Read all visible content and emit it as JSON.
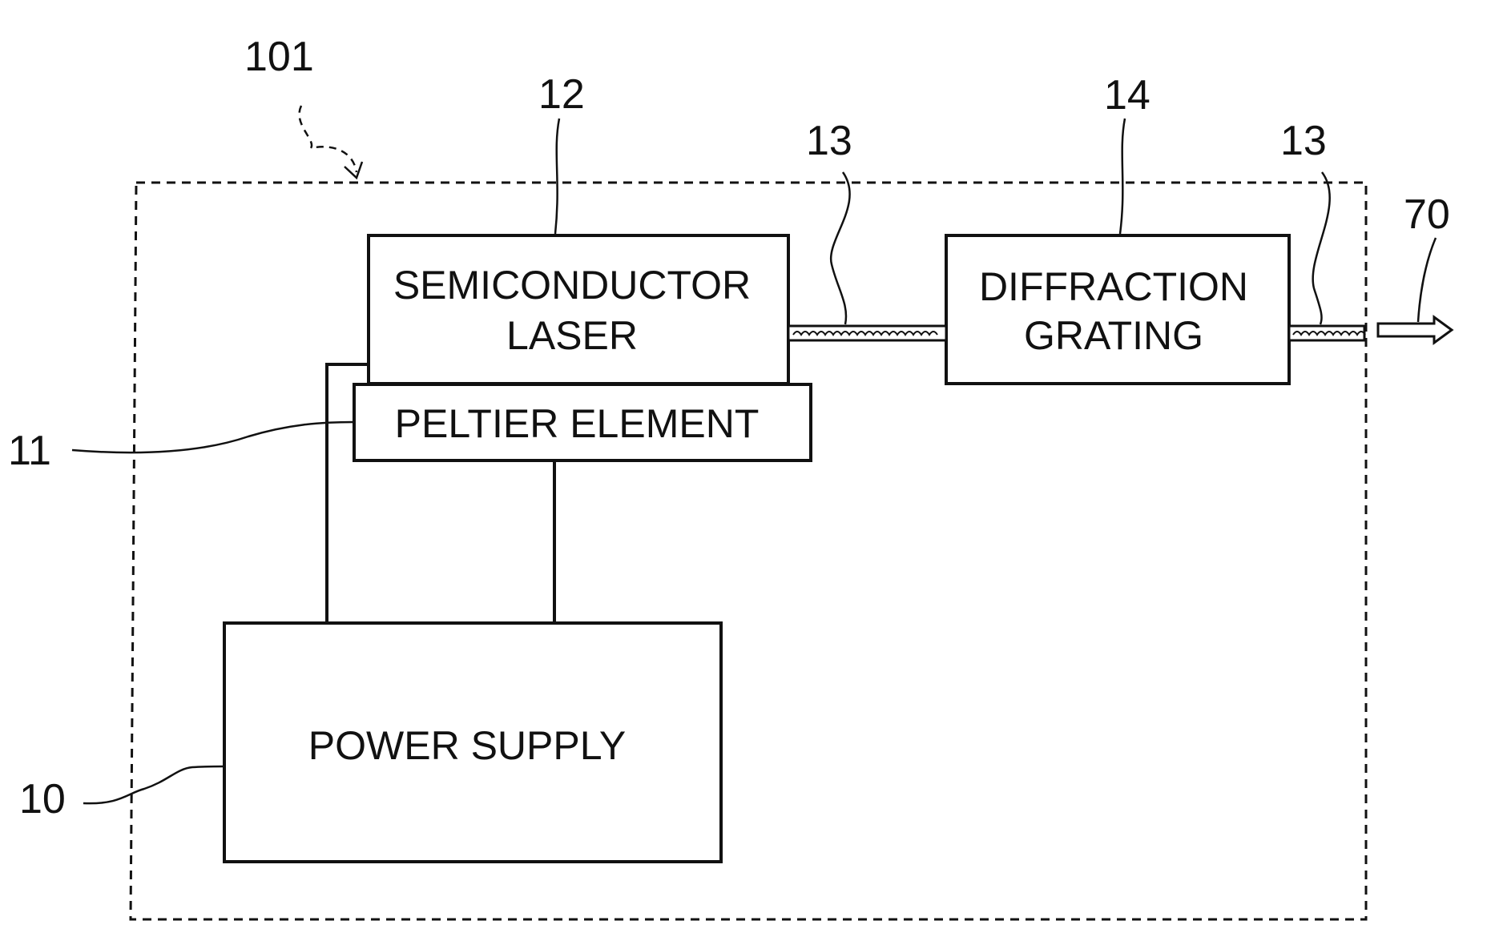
{
  "diagram": {
    "device_ref": "101",
    "blocks": {
      "semiconductor_laser": {
        "ref": "12",
        "line1": "SEMICONDUCTOR",
        "line2": "LASER"
      },
      "peltier_element": {
        "ref": "11",
        "label": "PELTIER ELEMENT"
      },
      "diffraction_grating": {
        "ref": "14",
        "line1": "DIFFRACTION",
        "line2": "GRATING"
      },
      "power_supply": {
        "ref": "10",
        "label": "POWER SUPPLY"
      }
    },
    "fiber_refs": [
      "13",
      "13"
    ],
    "output_ref": "70"
  }
}
